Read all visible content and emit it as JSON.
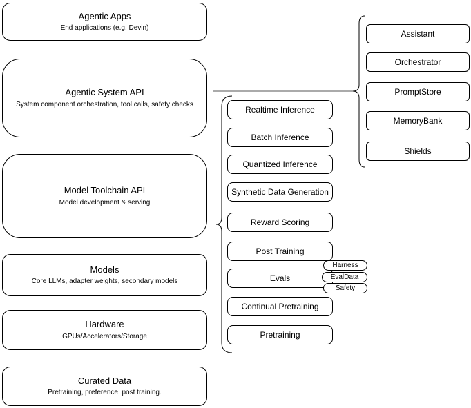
{
  "diagram": {
    "left_column": [
      {
        "title": "Agentic Apps",
        "subtitle": "End applications (e.g. Devin)"
      },
      {
        "title": "Agentic System API",
        "subtitle": "System component orchestration, tool calls, safety checks"
      },
      {
        "title": "Model Toolchain API",
        "subtitle": "Model development & serving"
      },
      {
        "title": "Models",
        "subtitle": "Core LLMs, adapter weights, secondary models"
      },
      {
        "title": "Hardware",
        "subtitle": "GPUs/Accelerators/Storage"
      },
      {
        "title": "Curated Data",
        "subtitle": "Pretraining, preference, post training."
      }
    ],
    "toolchain_components": [
      "Realtime Inference",
      "Batch Inference",
      "Quantized Inference",
      "Synthetic Data Generation",
      "Reward Scoring",
      "Post Training",
      "Evals",
      "Continual Pretraining",
      "Pretraining"
    ],
    "eval_tags": [
      "Harness",
      "EvalData",
      "Safety"
    ],
    "system_components": [
      "Assistant",
      "Orchestrator",
      "PromptStore",
      "MemoryBank",
      "Shields"
    ],
    "colors": {
      "stroke": "#000000",
      "background": "#ffffff",
      "connector": "#555555"
    }
  }
}
